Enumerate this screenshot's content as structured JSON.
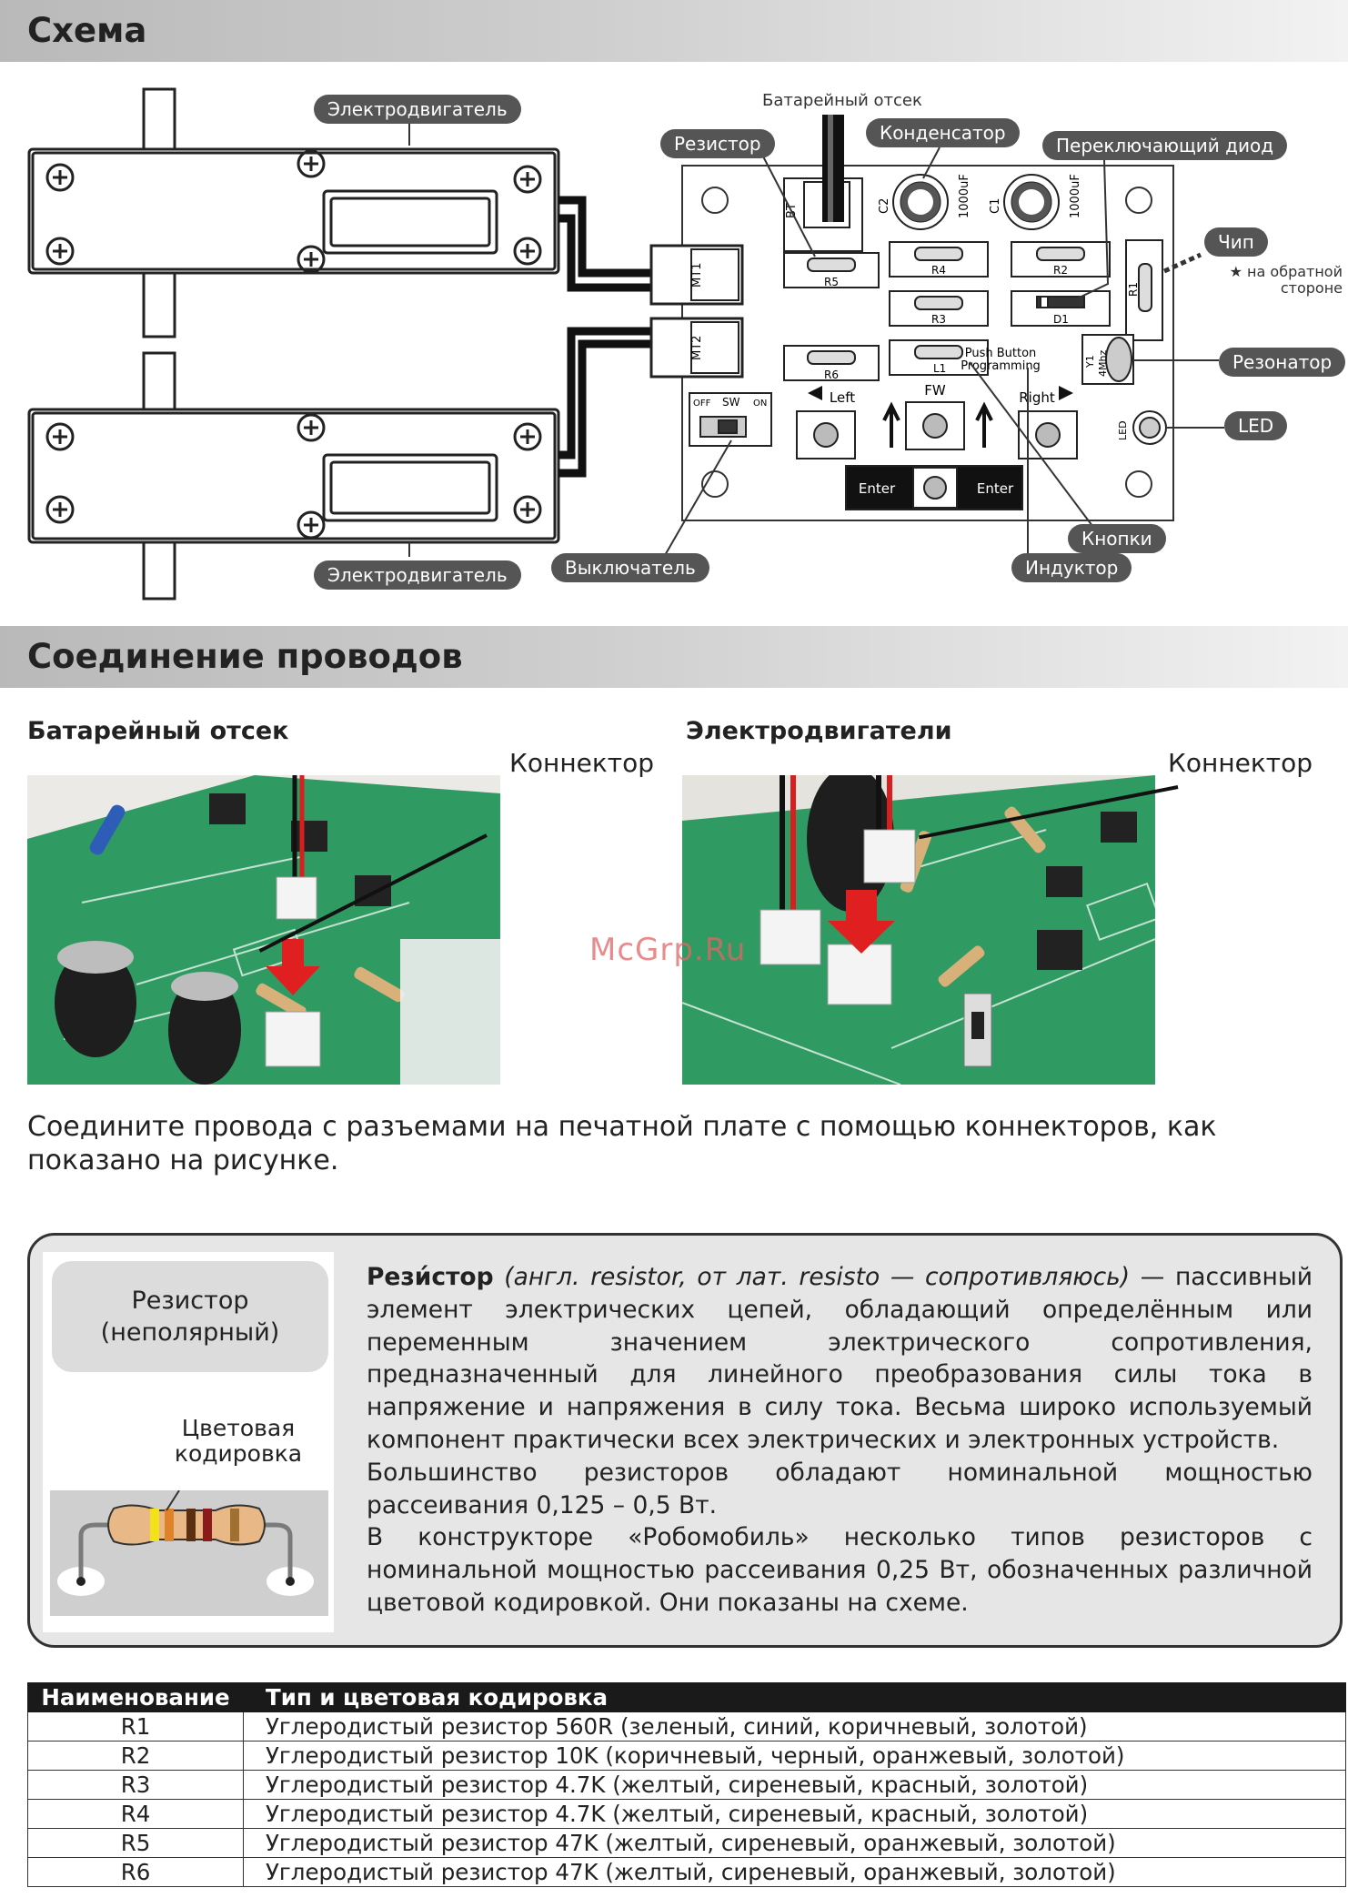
{
  "section1": {
    "title": "Схема"
  },
  "schematic": {
    "callouts": {
      "motor_top": "Электродвигатель",
      "motor_bottom": "Электродвигатель",
      "battery": "Батарейный отсек",
      "resistor": "Резистор",
      "capacitor": "Конденсатор",
      "switching_diode": "Переключающий диод",
      "chip": "Чип",
      "chip_note": "★ на обратной стороне",
      "resonator": "Резонатор",
      "led": "LED",
      "buttons": "Кнопки",
      "inductor": "Индуктор",
      "switch": "Выключатель"
    },
    "board_labels": {
      "bt": "BT",
      "c2": "C2",
      "c1": "C1",
      "cap_value": "1000uF",
      "r1": "R1",
      "r2": "R2",
      "r3": "R3",
      "r4": "R4",
      "r5": "R5",
      "r6": "R6",
      "d1": "D1",
      "l1": "L1",
      "y1": "Y1",
      "freq": "4Mhz",
      "mt1": "MT1",
      "mt2": "MT2",
      "push_button": "Push Button",
      "programming": "Programming",
      "left": "Left",
      "fw": "FW",
      "right": "Right",
      "enter_left": "Enter",
      "enter_right": "Enter",
      "sw": "SW",
      "off": "OFF",
      "on": "ON",
      "led": "LED"
    }
  },
  "section2": {
    "title": "Соединение проводов"
  },
  "wiring": {
    "battery_title": "Батарейный отсек",
    "battery_connector": "Коннектор",
    "motors_title": "Электродвигатели",
    "motors_connector": "Коннектор"
  },
  "watermark": "McGrp.Ru",
  "instruction": "Соедините провода с разъемами на печатной плате с помощью коннекторов, как показано на рисунке.",
  "infobox": {
    "legend_line1": "Резистор",
    "legend_line2": "(неполярный)",
    "color_coding_line1": "Цветовая",
    "color_coding_line2": "кодировка",
    "term": "Рези́стор",
    "etymology": "(англ. resistor, от лат. resisto — сопротивляюсь)",
    "definition": " — пассивный элемент электрических цепей, обладающий определённым или переменным значением электрического сопротивления, предназначенный для линейного преобразования силы тока в напряжение и напряжения в силу тока. Весьма широко используемый компонент практически всех электрических и электронных устройств.",
    "power": "Большинство резисторов обладают номинальной мощностью рассеивания 0,125 – 0,5 Вт.",
    "kit": "В конструкторе «Робомобиль» несколько типов резисторов с номинальной мощностью рассеивания 0,25 Вт, обозначенных различной цветовой кодировкой. Они показаны на схеме."
  },
  "table": {
    "headers": [
      "Наименование",
      "Тип и цветовая кодировка"
    ],
    "rows": [
      [
        "R1",
        "Углеродистый резистор 560R (зеленый, синий, коричневый, золотой)"
      ],
      [
        "R2",
        "Углеродистый резистор 10K (коричневый, черный, оранжевый, золотой)"
      ],
      [
        "R3",
        "Углеродистый резистор 4.7K (желтый, сиреневый, красный, золотой)"
      ],
      [
        "R4",
        "Углеродистый резистор 4.7K (желтый, сиреневый, красный, золотой)"
      ],
      [
        "R5",
        "Углеродистый резистор 47K (желтый, сиреневый, оранжевый, золотой)"
      ],
      [
        "R6",
        "Углеродистый резистор 47K (желтый, сиреневый, оранжевый, золотой)"
      ]
    ]
  },
  "colors": {
    "pill_bg": "#555555",
    "pcb_green": "#2f9a62",
    "arrow_red": "#e02020",
    "table_header": "#1a1a1a"
  }
}
